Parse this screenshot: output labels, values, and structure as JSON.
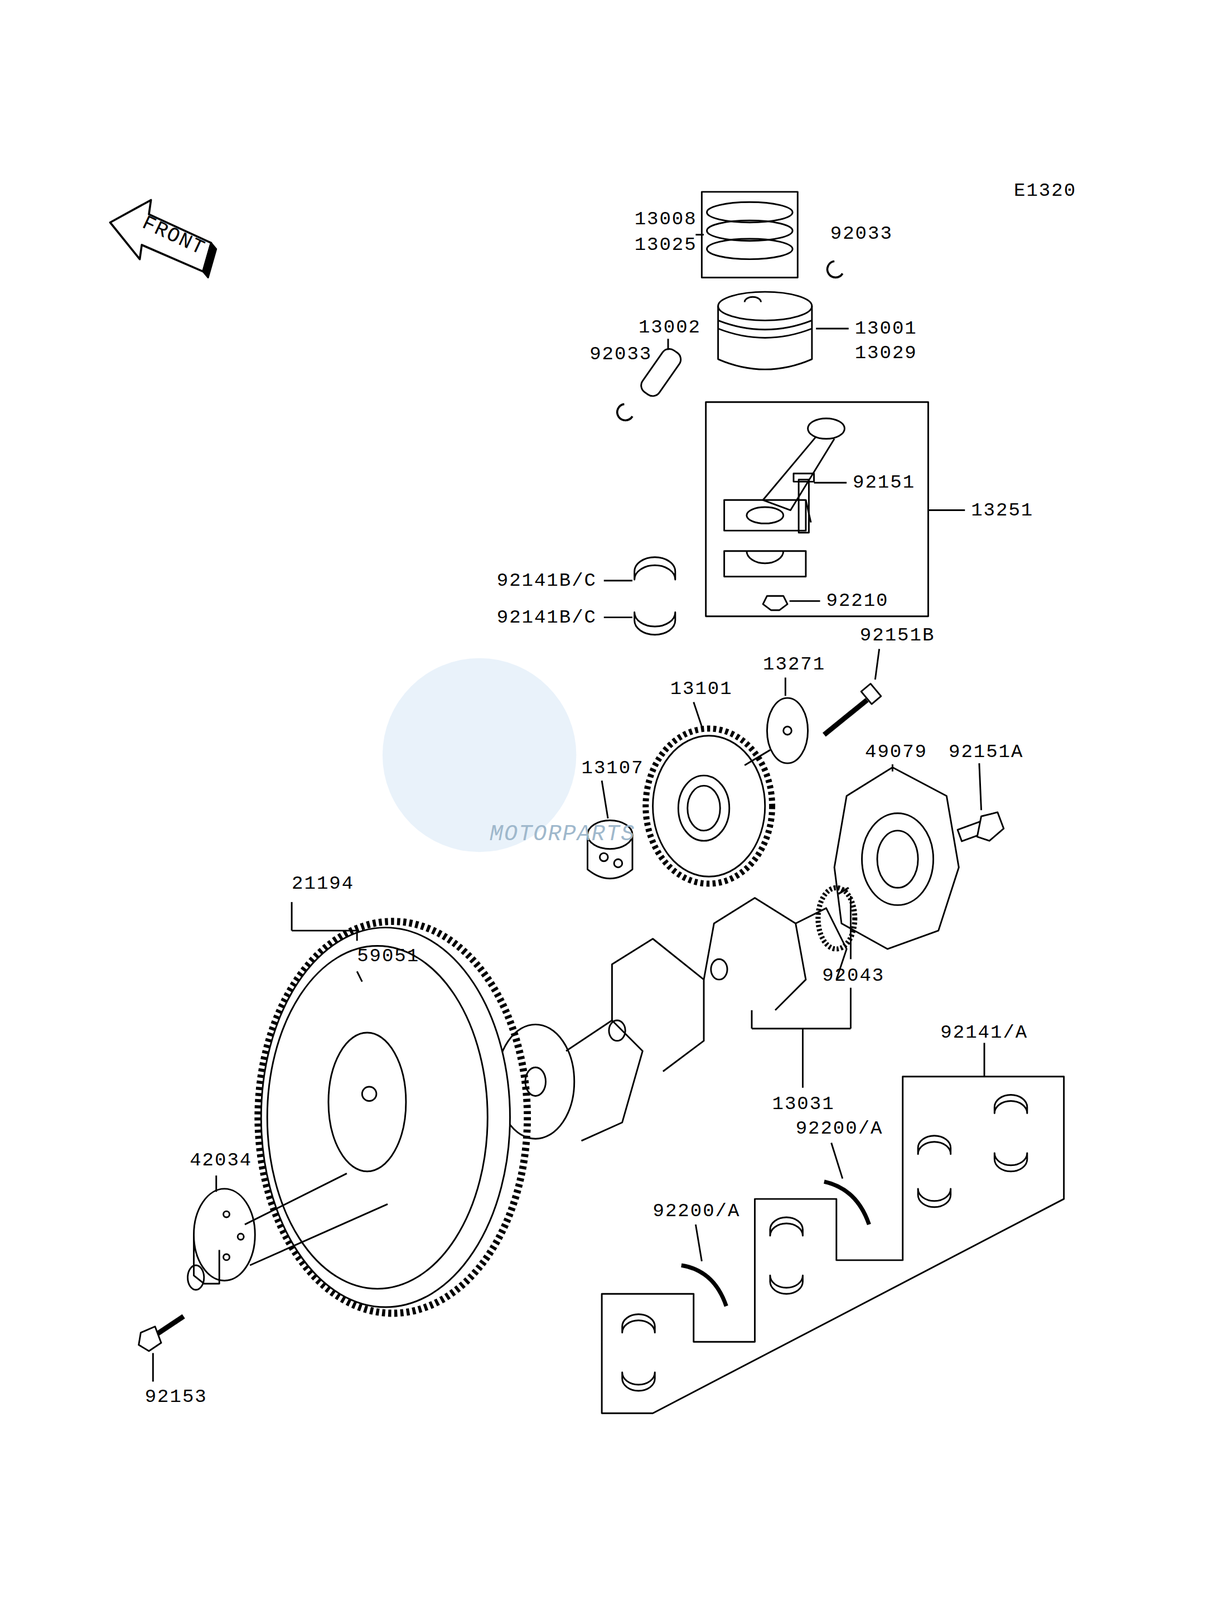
{
  "diagram": {
    "labels": [
      "FRONT",
      "E1320",
      "13008",
      "13025",
      "92033",
      "13002",
      "92033",
      "13001",
      "13029",
      "92151",
      "13251",
      "92141B/C",
      "92141B/C",
      "92210",
      "92151B",
      "13271",
      "13101",
      "49079",
      "92151A",
      "13107",
      "21194",
      "59051",
      "92043",
      "92141/A",
      "13031",
      "92200/A",
      "42034",
      "92200/A",
      "92153",
      "MOTORPARTS"
    ]
  }
}
